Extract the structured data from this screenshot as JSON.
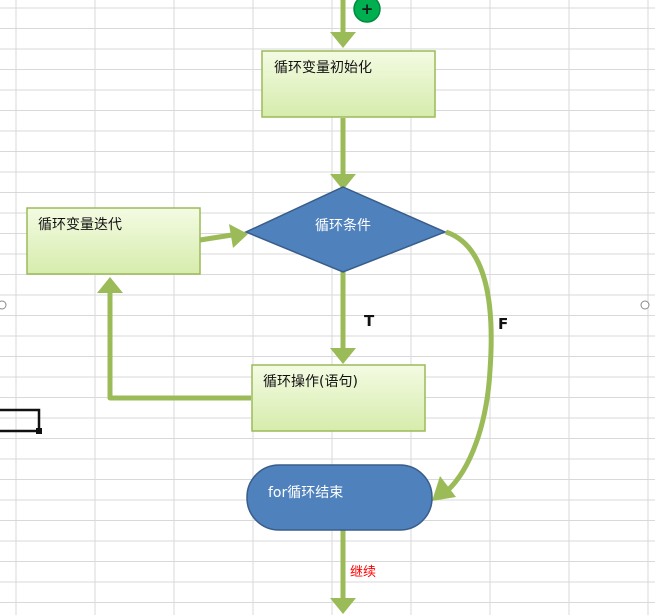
{
  "diagram": {
    "nodes": {
      "init": "循环变量初始化",
      "iterate": "循环变量迭代",
      "condition": "循环条件",
      "operation": "循环操作(语句)",
      "end": "for循环结束"
    },
    "edge_labels": {
      "true_branch": "T",
      "false_branch": "F",
      "continue": "继续"
    },
    "add_button_symbol": "+"
  },
  "colors": {
    "box_fill_top": "#f4fbe3",
    "box_fill_bottom": "#d6ecac",
    "box_border": "#9bbb59",
    "arrow": "#9bbb59",
    "shape_blue": "#4f81bd",
    "shape_blue_border": "#385d8a",
    "continue_text": "#ff0000",
    "grid": "#d9d9d9",
    "add_button": "#00b050"
  }
}
